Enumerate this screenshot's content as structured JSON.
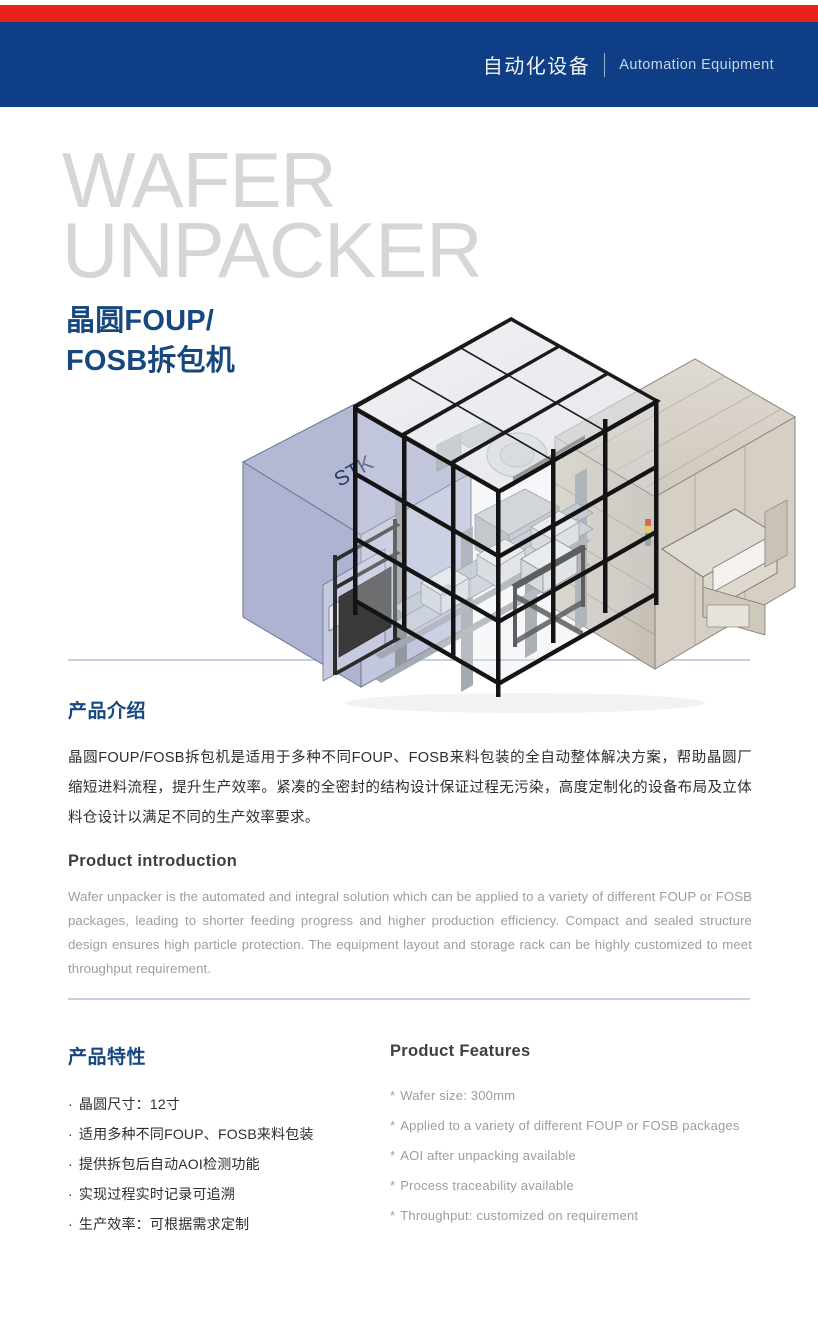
{
  "header": {
    "category_cn": "自动化设备",
    "category_en": "Automation Equipment",
    "accent_red": "#e8231a",
    "accent_blue": "#0e3e85"
  },
  "hero": {
    "ghost_line1": "WAFER",
    "ghost_line2": "UNPACKER",
    "title_cn": "晶圆FOUP/\nFOSB拆包机",
    "render_label": "STK"
  },
  "intro": {
    "heading_cn": "产品介绍",
    "body_cn": "晶圆FOUP/FOSB拆包机是适用于多种不同FOUP、FOSB来料包装的全自动整体解决方案，帮助晶圆厂缩短进料流程，提升生产效率。紧凑的全密封的结构设计保证过程无污染，高度定制化的设备布局及立体料仓设计以满足不同的生产效率要求。",
    "heading_en": "Product introduction",
    "body_en": "Wafer unpacker is the automated and integral solution which can be applied to a variety of different FOUP or FOSB packages, leading to shorter feeding progress and higher production efficiency. Compact and sealed structure design ensures high particle protection. The equipment layout and storage rack can be highly customized to meet throughput requirement."
  },
  "features": {
    "heading_cn": "产品特性",
    "heading_en": "Product Features",
    "bullet_cn": "·",
    "bullet_en": "*",
    "items_cn": [
      "晶圆尺寸：12寸",
      "适用多种不同FOUP、FOSB来料包装",
      "提供拆包后自动AOI检测功能",
      "实现过程实时记录可追溯",
      "生产效率：可根据需求定制"
    ],
    "items_en": [
      "Wafer size: 300mm",
      "Applied to a variety of different FOUP or FOSB packages",
      "AOI after unpacking available",
      "Process traceability available",
      "Throughput: customized on requirement"
    ]
  }
}
